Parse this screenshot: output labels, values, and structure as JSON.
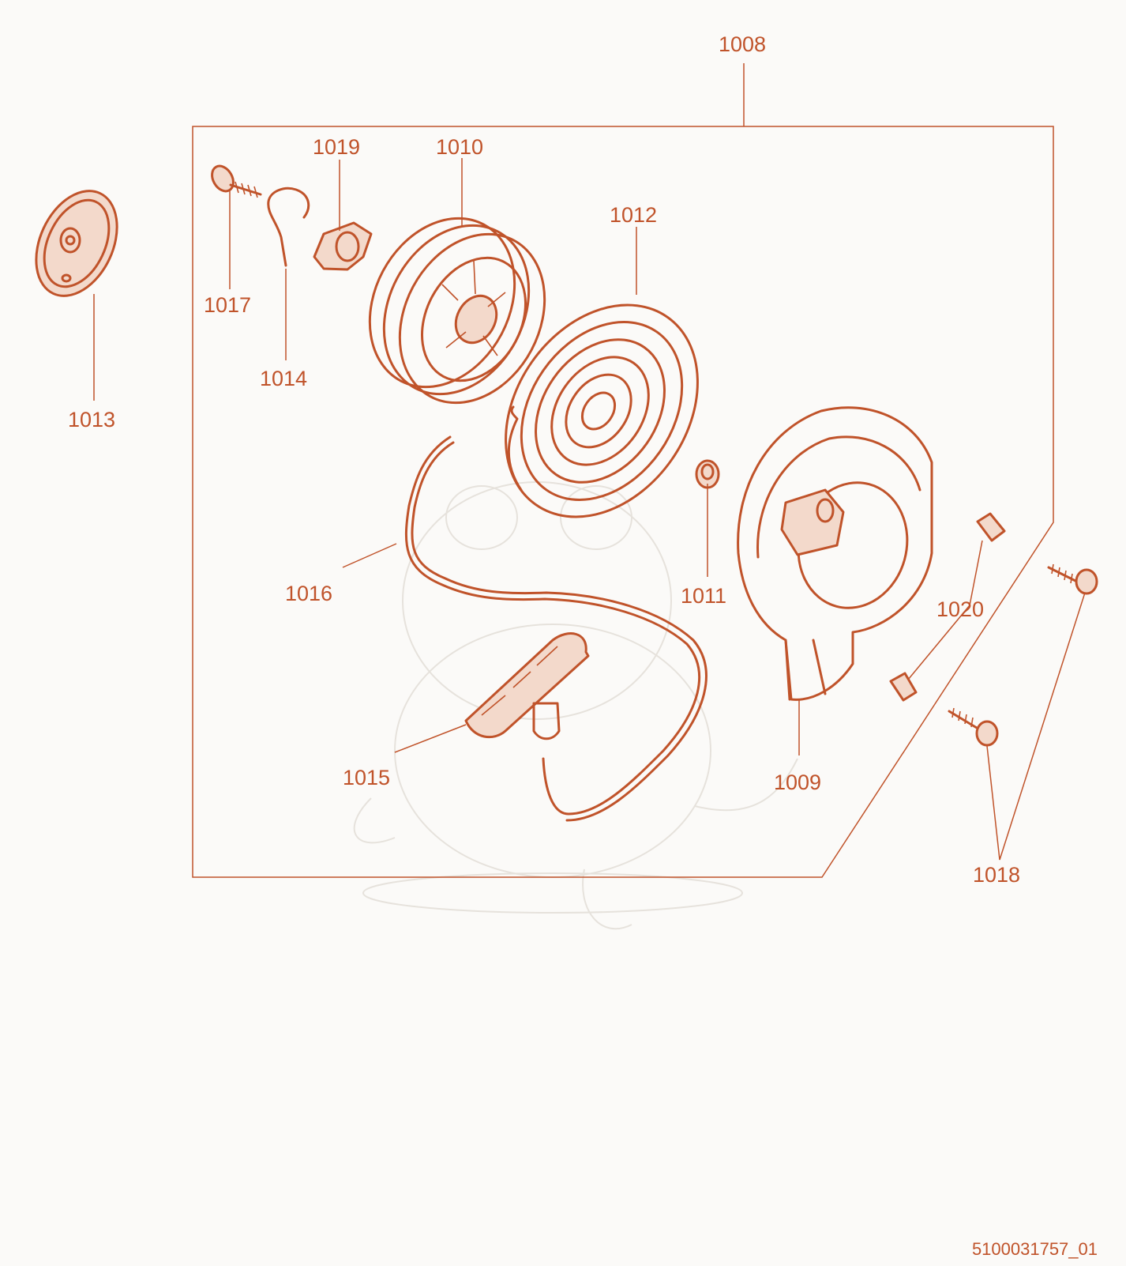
{
  "labels": {
    "assembly": "1008",
    "housing": "1009",
    "pulley": "1010",
    "bushing": "1011",
    "spring": "1012",
    "starter_cup": "1013",
    "handle": "1015",
    "rope": "1016",
    "screw_small": "1017",
    "hook": "1014",
    "clip": "1019",
    "screws": "1018",
    "pins": "1020"
  },
  "drawing_code": "5100031757_01",
  "colors": {
    "line": "#c0532a",
    "fill": "#f3d9cb",
    "background": "#fbfaf8",
    "watermark": "#e6e2dc"
  }
}
